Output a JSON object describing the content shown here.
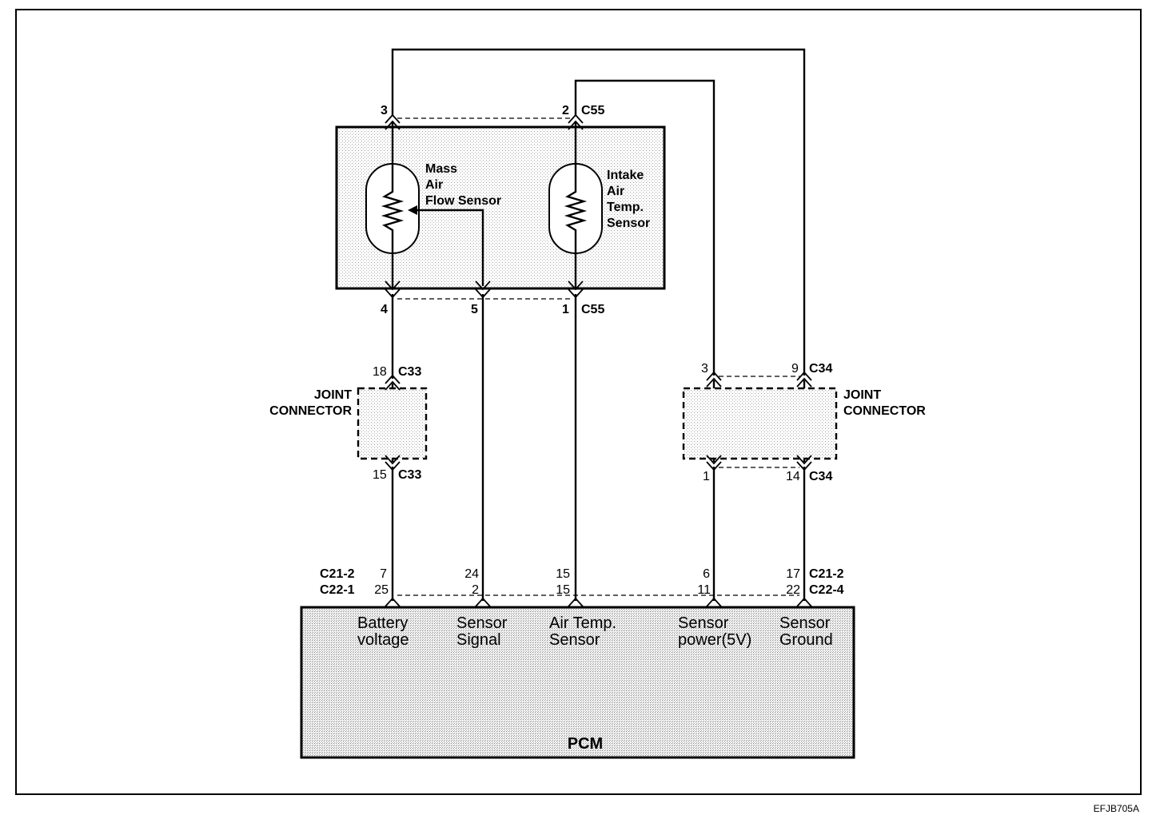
{
  "components": {
    "maf": {
      "line1": "Mass",
      "line2": "Air",
      "line3": "Flow Sensor"
    },
    "iat": {
      "line1": "Intake",
      "line2": "Air",
      "line3": "Temp.",
      "line4": "Sensor"
    },
    "joint_left": {
      "line1": "JOINT",
      "line2": "CONNECTOR"
    },
    "joint_right": {
      "line1": "JOINT",
      "line2": "CONNECTOR"
    },
    "pcm": {
      "title": "PCM",
      "terminals": [
        {
          "line1": "Battery",
          "line2": "voltage"
        },
        {
          "line1": "Sensor",
          "line2": "Signal"
        },
        {
          "line1": "Air Temp.",
          "line2": "Sensor"
        },
        {
          "line1": "Sensor",
          "line2": "power(5V)"
        },
        {
          "line1": "Sensor",
          "line2": "Ground"
        }
      ]
    }
  },
  "connectors": {
    "c55_top": {
      "name": "C55",
      "pins": [
        "3",
        "2"
      ]
    },
    "c55_bottom": {
      "name": "C55",
      "pins": [
        "4",
        "5",
        "1"
      ]
    },
    "c33_top": {
      "name": "C33",
      "pin": "18"
    },
    "c33_bottom": {
      "name": "C33",
      "pin": "15"
    },
    "c34_top": {
      "name": "C34",
      "pins": [
        "3",
        "9"
      ]
    },
    "c34_bottom": {
      "name": "C34",
      "pins": [
        "1",
        "14"
      ]
    },
    "pcm_left": {
      "row1_name": "C21-2",
      "row2_name": "C22-1"
    },
    "pcm_right": {
      "row1_name": "C21-2",
      "row2_name": "C22-4"
    },
    "pcm_pins": [
      {
        "row1": "7",
        "row2": "25"
      },
      {
        "row1": "24",
        "row2": "2"
      },
      {
        "row1": "15",
        "row2": "15"
      },
      {
        "row1": "6",
        "row2": "11"
      },
      {
        "row1": "17",
        "row2": "22"
      }
    ]
  },
  "figure_code": "EFJB705A"
}
